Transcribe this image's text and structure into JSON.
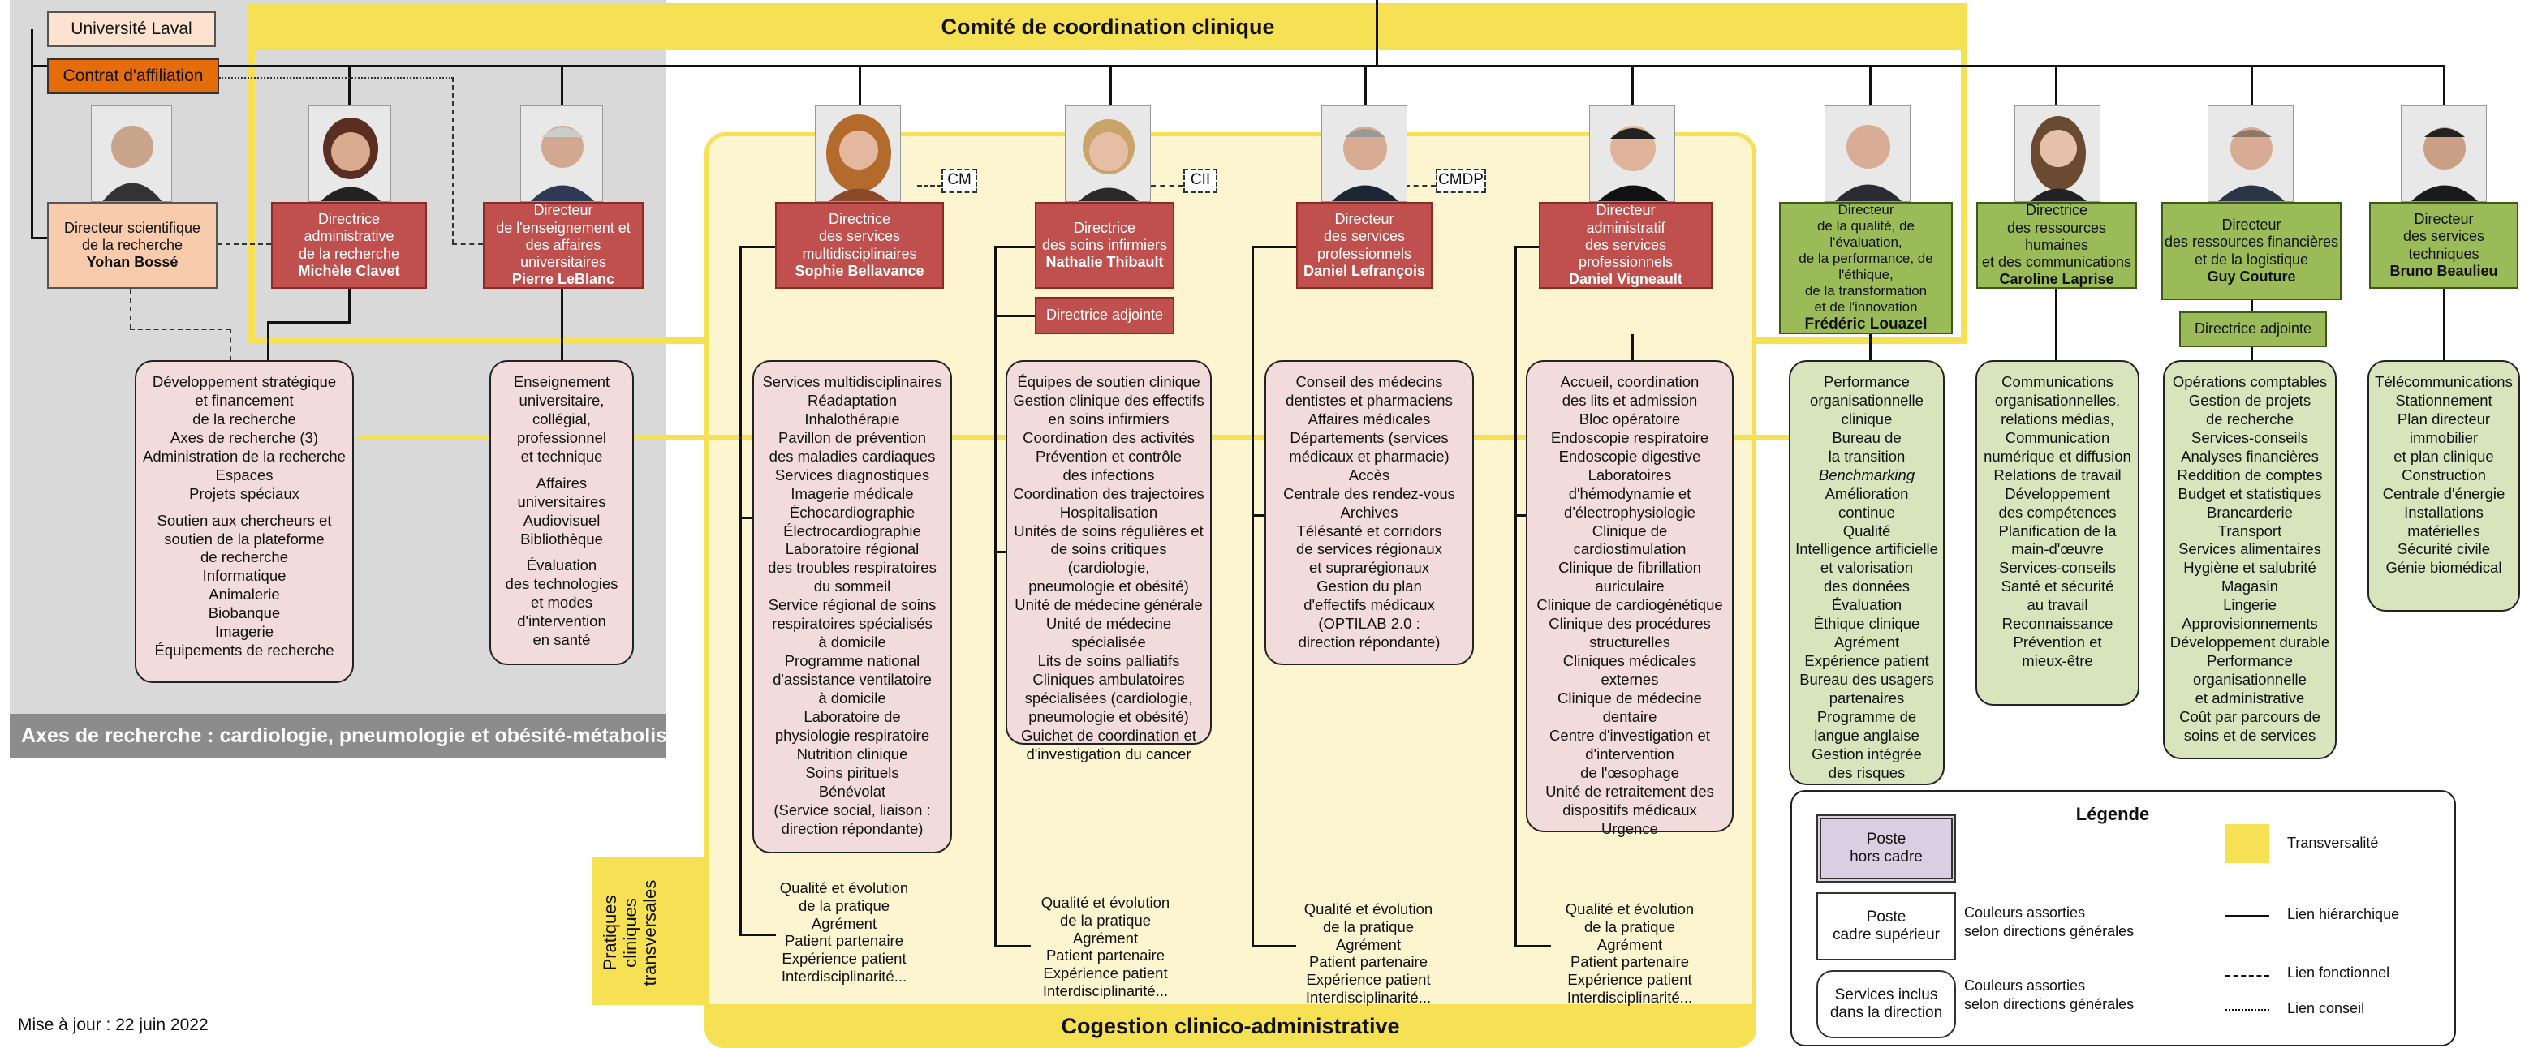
{
  "header": {
    "committee": "Comité de coordination  clinique"
  },
  "affiliation": {
    "university": "Université Laval",
    "contract": "Contrat d'affiliation"
  },
  "research_axes": "Axes de recherche : cardiologie, pneumologie et obésité-métabolisme",
  "directors": {
    "research": {
      "title": [
        "Directeur scientifique",
        "de la recherche"
      ],
      "name": "Yohan Bossé"
    },
    "admin_research": {
      "title": [
        "Directrice",
        "administrative",
        "de la recherche"
      ],
      "name": "Michèle Clavet"
    },
    "teaching": {
      "title": [
        "Directeur",
        "de l'enseignement et",
        "des affaires universitaires"
      ],
      "name": "Pierre LeBlanc"
    },
    "multidisc": {
      "title": [
        "Directrice",
        "des services",
        "multidisciplinaires"
      ],
      "name": "Sophie Bellavance",
      "tag": "CM"
    },
    "nursing": {
      "title": [
        "Directrice",
        "des soins infirmiers"
      ],
      "name": "Nathalie Thibault",
      "tag": "CII",
      "deputy": "Directrice adjointe"
    },
    "professional": {
      "title": [
        "Directeur",
        "des services",
        "professionnels"
      ],
      "name": "Daniel Lefrançois",
      "tag": "CMDP"
    },
    "admin_prof": {
      "title": [
        "Directeur",
        "administratif",
        "des services professionnels"
      ],
      "name": "Daniel Vigneault"
    },
    "quality": {
      "title": [
        "Directeur",
        "de la qualité, de l'évaluation,",
        "de la performance, de l'éthique,",
        "de la transformation",
        "et de l'innovation"
      ],
      "name": "Frédéric Louazel"
    },
    "hr": {
      "title": [
        "Directrice",
        "des ressources humaines",
        "et des communications"
      ],
      "name": "Caroline Laprise"
    },
    "finance": {
      "title": [
        "Directeur",
        "des ressources financières",
        "et de la logistique"
      ],
      "name": "Guy Couture",
      "deputy": "Directrice adjointe"
    },
    "technical": {
      "title": [
        "Directeur",
        "des services",
        "techniques"
      ],
      "name": "Bruno Beaulieu"
    }
  },
  "services": {
    "research": [
      [
        "Développement stratégique",
        "et financement",
        "de la recherche",
        "Axes de recherche (3)",
        "Administration de la recherche",
        "Espaces",
        "Projets spéciaux"
      ],
      [
        "Soutien aux chercheurs et",
        "soutien de la plateforme",
        "de recherche",
        "Informatique",
        "Animalerie",
        "Biobanque",
        "Imagerie",
        "Équipements de recherche"
      ]
    ],
    "teaching": [
      [
        "Enseignement",
        "universitaire,",
        "collégial,",
        "professionnel",
        "et technique"
      ],
      [
        "Affaires",
        "universitaires",
        "Audiovisuel",
        "Bibliothèque"
      ],
      [
        "Évaluation",
        "des technologies",
        "et modes",
        "d'intervention",
        "en santé"
      ]
    ],
    "multidisc": [
      [
        "Services multidisciplinaires",
        "Réadaptation",
        "Inhalothérapie",
        "Pavillon de prévention",
        "des maladies cardiaques",
        "Services diagnostiques",
        "Imagerie médicale",
        "Échocardiographie",
        "Électrocardiographie",
        "Laboratoire régional",
        "des troubles respiratoires",
        "du sommeil",
        "Service régional de soins",
        "respiratoires spécialisés",
        "à domicile",
        "Programme national",
        "d'assistance ventilatoire",
        "à domicile",
        "Laboratoire de",
        "physiologie respiratoire",
        "Nutrition clinique",
        "Soins pirituels",
        "Bénévolat",
        "(Service social, liaison :",
        "direction répondante)"
      ]
    ],
    "nursing": [
      [
        "Équipes de soutien clinique",
        "Gestion clinique des effectifs",
        "en soins infirmiers",
        "Coordination des activités",
        "Prévention et contrôle",
        "des infections",
        "Coordination des trajectoires",
        "Hospitalisation",
        "Unités de soins régulières et",
        "de soins critiques (cardiologie,",
        "pneumologie et obésité)",
        "Unité de médecine générale",
        "Unité de médecine spécialisée",
        "Lits de soins palliatifs",
        "Cliniques ambulatoires",
        "spécialisées (cardiologie,",
        "pneumologie et obésité)",
        "Guichet de coordination et",
        "d'investigation du cancer"
      ]
    ],
    "professional": [
      [
        "Conseil des médecins",
        "dentistes et pharmaciens",
        "Affaires médicales",
        "Départements (services",
        "médicaux et pharmacie)",
        "Accès",
        "Centrale des rendez-vous",
        "Archives",
        "Télésanté et corridors",
        "de services régionaux",
        "et suprarégionaux",
        "Gestion du plan",
        "d'effectifs médicaux",
        "(OPTILAB 2.0 :",
        "direction répondante)"
      ]
    ],
    "admin_prof": [
      [
        "Accueil, coordination",
        "des lits et admission",
        "Bloc opératoire",
        "Endoscopie respiratoire",
        "Endoscopie digestive",
        "Laboratoires",
        "d'hémodynamie et",
        "d'électrophysiologie",
        "Clinique de",
        "cardiostimulation",
        "Clinique de fibrillation",
        "auriculaire",
        "Clinique de cardiogénétique",
        "Clinique des procédures",
        "structurelles",
        "Cliniques médicales externes",
        "Clinique de médecine",
        "dentaire",
        "Centre d'investigation et",
        "d'intervention",
        "de l'œsophage",
        "Unité de retraitement des",
        "dispositifs médicaux",
        "Urgence"
      ]
    ],
    "quality": [
      [
        "Performance",
        "organisationnelle",
        "clinique",
        "Bureau de",
        "la transition",
        "Benchmarking",
        "Amélioration",
        "continue",
        "Qualité",
        "Intelligence artificielle",
        "et valorisation",
        "des données",
        "Évaluation",
        "Éthique clinique",
        "Agrément",
        "Expérience patient",
        "Bureau des usagers",
        "partenaires",
        "Programme de",
        "langue anglaise",
        "Gestion intégrée",
        "des risques"
      ]
    ],
    "hr": [
      [
        "Communications",
        "organisationnelles,",
        "relations médias,",
        "Communication",
        "numérique et diffusion",
        "Relations de travail",
        "Développement",
        "des compétences",
        "Planification de la",
        "main-d'œuvre",
        "Services-conseils",
        "Santé et sécurité",
        "au travail",
        "Reconnaissance",
        "Prévention et",
        "mieux-être"
      ]
    ],
    "finance": [
      [
        "Opérations comptables",
        "Gestion de projets",
        "de recherche",
        "Services-conseils",
        "Analyses financières",
        "Reddition de comptes",
        "Budget et statistiques",
        "Brancarderie",
        "Transport",
        "Services alimentaires",
        "Hygiène et salubrité",
        "Magasin",
        "Lingerie",
        "Approvisionnements",
        "Développement durable",
        "Performance",
        "organisationnelle",
        "et administrative",
        "Coût par parcours de",
        "soins et de services"
      ]
    ],
    "technical": [
      [
        "Télécommunications",
        "Stationnement",
        "Plan directeur",
        "immobilier",
        "et plan clinique",
        "Construction",
        "Centrale d'énergie",
        "Installations",
        "matérielles",
        "Sécurité civile",
        "Génie biomédical"
      ]
    ]
  },
  "transversal_practices": {
    "label": [
      "Pratiques",
      "cliniques",
      "transversales"
    ],
    "items": [
      "Qualité et évolution",
      "de la pratique",
      "Agrément",
      "Patient partenaire",
      "Expérience patient",
      "Interdisciplinarité..."
    ]
  },
  "cogestion": "Cogestion clinico-administrative",
  "update": "Mise à jour : 22 juin 2022",
  "legend": {
    "title": "Légende",
    "hors_cadre": [
      "Poste",
      "hors cadre"
    ],
    "cadre_sup": [
      "Poste",
      "cadre supérieur"
    ],
    "services": [
      "Services inclus",
      "dans la direction"
    ],
    "colors": [
      "Couleurs assorties",
      "selon directions générales"
    ],
    "transversal": "Transversalité",
    "hier": "Lien hiérarchique",
    "func": "Lien fonctionnel",
    "conseil": "Lien conseil"
  },
  "colors": {
    "red": "#c0504d",
    "green": "#9bbb59",
    "yellow": "#f6e054",
    "peach": "#f7cbac",
    "orange": "#e46c0a",
    "pink": "#f2dcdb",
    "lightgreen": "#d8e4bc",
    "gray": "#d9d9d9"
  }
}
